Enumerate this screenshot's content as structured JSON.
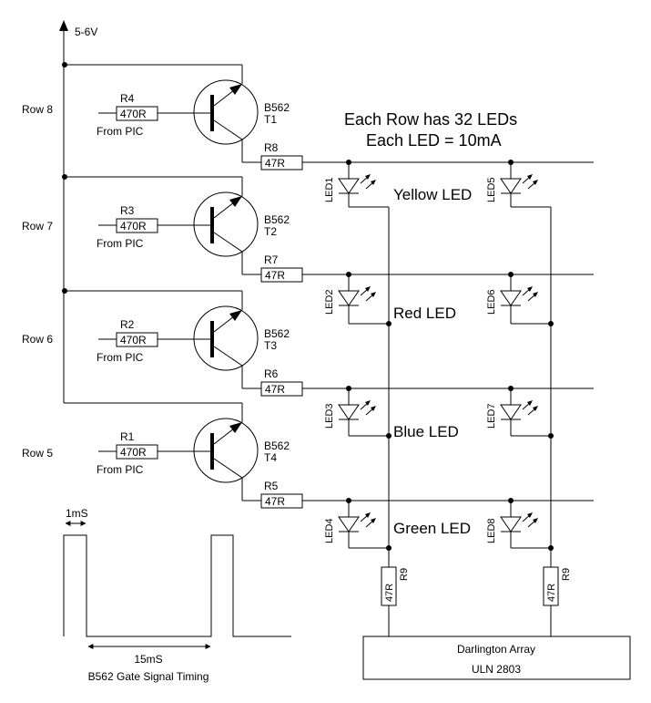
{
  "supply_label": "5-6V",
  "info": {
    "line1": "Each Row has 32 LEDs",
    "line2": "Each LED = 10mA"
  },
  "stages": [
    {
      "row": "Row 8",
      "base_ref": "R4",
      "base_val": "470R",
      "source": "From PIC",
      "type": "B562",
      "ref": "T1",
      "col_ref": "R8",
      "col_val": "47R"
    },
    {
      "row": "Row 7",
      "base_ref": "R3",
      "base_val": "470R",
      "source": "From PIC",
      "type": "B562",
      "ref": "T2",
      "col_ref": "R7",
      "col_val": "47R"
    },
    {
      "row": "Row 6",
      "base_ref": "R2",
      "base_val": "470R",
      "source": "From PIC",
      "type": "B562",
      "ref": "T3",
      "col_ref": "R6",
      "col_val": "47R"
    },
    {
      "row": "Row 5",
      "base_ref": "R1",
      "base_val": "470R",
      "source": "From PIC",
      "type": "B562",
      "ref": "T4",
      "col_ref": "R5",
      "col_val": "47R"
    }
  ],
  "leds_left": [
    "LED1",
    "LED2",
    "LED3",
    "LED4"
  ],
  "leds_right": [
    "LED5",
    "LED6",
    "LED7",
    "LED8"
  ],
  "color_labels": [
    "Yellow LED",
    "Red LED",
    "Blue LED",
    "Green LED"
  ],
  "column_resistors": [
    {
      "ref": "R9",
      "val": "47R"
    },
    {
      "ref": "R9",
      "val": "47R"
    }
  ],
  "driver": {
    "line1": "Darlington Array",
    "line2": "ULN 2803"
  },
  "timing": {
    "pulse_width": "1mS",
    "period": "15mS",
    "caption": "B562 Gate Signal Timing"
  }
}
